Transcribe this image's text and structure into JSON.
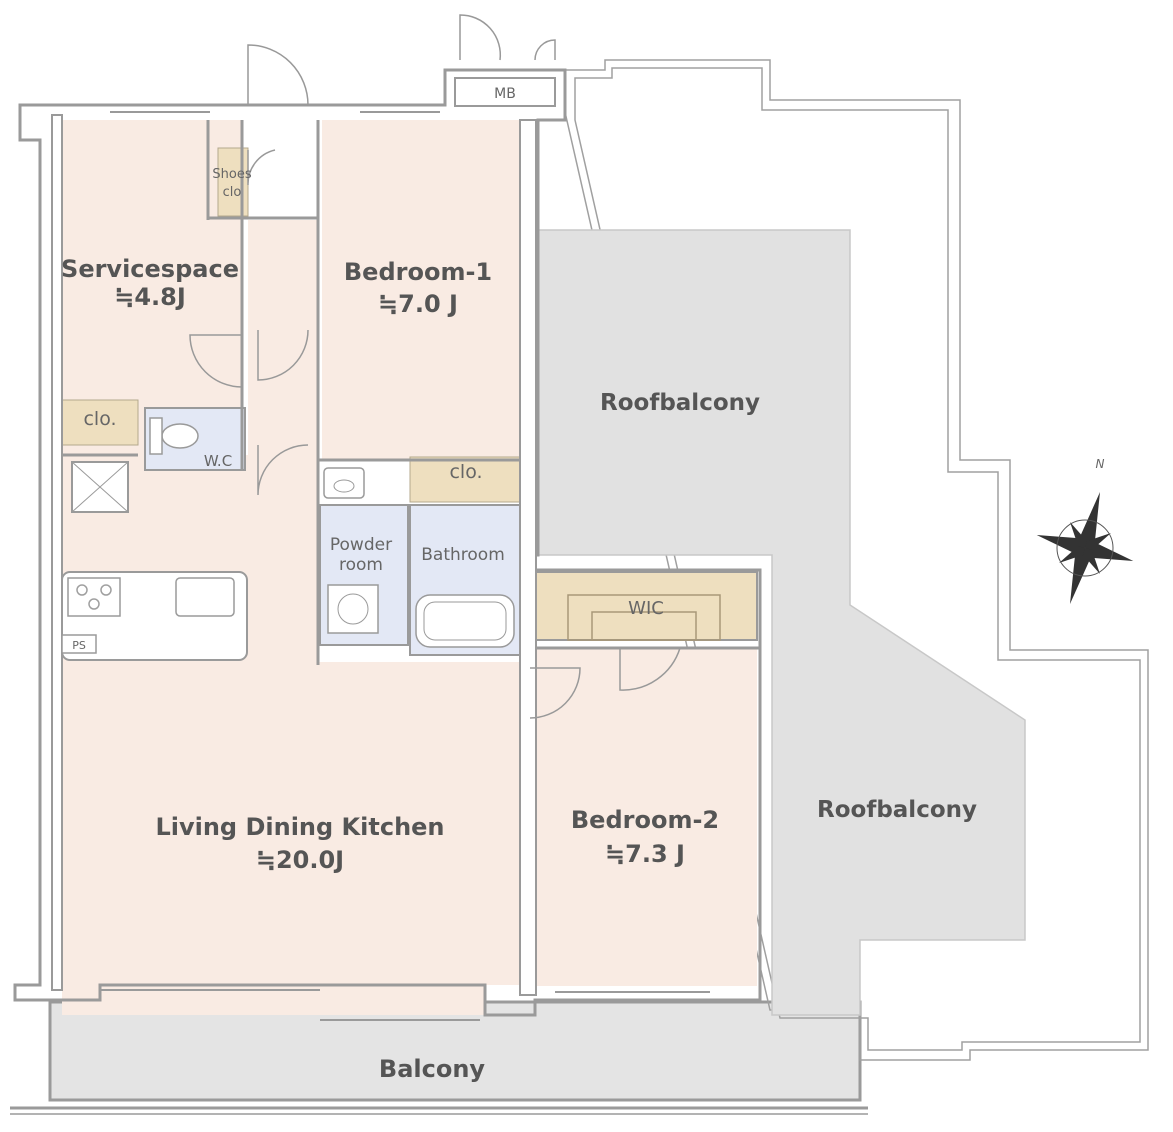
{
  "labels": {
    "mb": "MB",
    "shoes_line1": "Shoes",
    "shoes_line2": "clo",
    "servicespace_name": "Servicespace",
    "servicespace_size": "≒4.8J",
    "bedroom1_name": "Bedroom-1",
    "bedroom1_size": "≒7.0 J",
    "clo_left": "clo.",
    "wc": "W.C",
    "clo_mid": "clo.",
    "powder_line1": "Powder",
    "powder_line2": "room",
    "bathroom": "Bathroom",
    "ps": "PS",
    "roofbalcony_upper": "Roofbalcony",
    "wic": "WIC",
    "roofbalcony_lower": "Roofbalcony",
    "compass_n": "N",
    "ldk_name": "Living Dining Kitchen",
    "ldk_size": "≒20.0J",
    "bedroom2_name": "Bedroom-2",
    "bedroom2_size": "≒7.3 J",
    "balcony": "Balcony"
  },
  "colors": {
    "room_fill": "#f9ebe3",
    "closet_fill": "#eedfbf",
    "wet_fill": "#e3e8f5",
    "roof_fill": "#e1e1e1",
    "balcony_fill": "#e4e4e4",
    "wall": "#9a9a9a",
    "text": "#555555"
  }
}
